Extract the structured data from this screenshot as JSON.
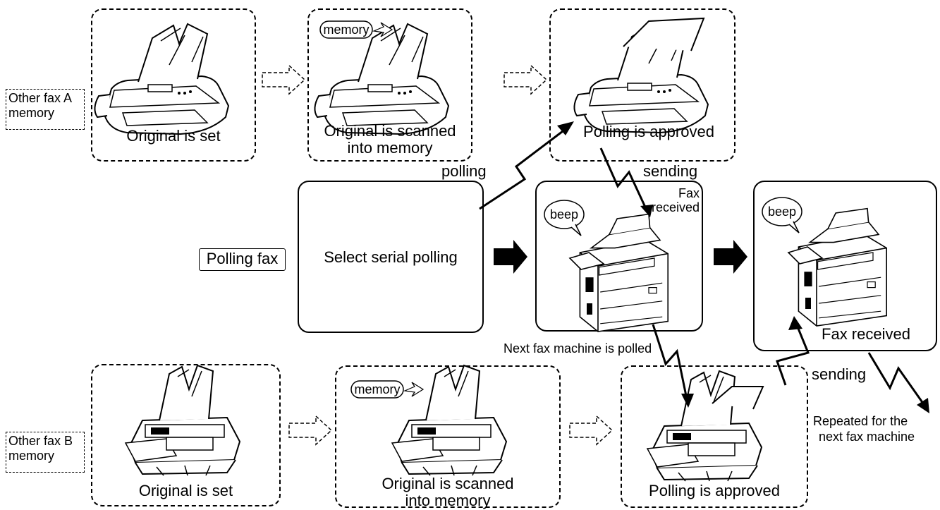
{
  "labels": {
    "other_fax_a": [
      "Other fax A",
      "memory"
    ],
    "other_fax_b": [
      "Other fax B",
      "memory"
    ],
    "polling_fax": "Polling fax",
    "select_serial_polling": "Select serial polling"
  },
  "top_row": {
    "step1": "Original is set",
    "step2": [
      "Original is scanned",
      "into memory"
    ],
    "step3": "Polling is approved",
    "memory_bubble": "memory"
  },
  "bottom_row": {
    "step1": "Original is set",
    "step2": [
      "Original is scanned",
      "into memory"
    ],
    "step3": "Polling is approved",
    "memory_bubble": "memory"
  },
  "middle_row": {
    "receiver1_caption": [
      "Fax",
      "received"
    ],
    "receiver2_caption": "Fax received",
    "beep1": "beep",
    "beep2": "beep"
  },
  "signals": {
    "polling": "polling",
    "sending_top": "sending",
    "next_polled": "Next fax machine is polled",
    "sending_bottom": "sending",
    "repeated": [
      "Repeated for the",
      "next fax machine"
    ]
  }
}
